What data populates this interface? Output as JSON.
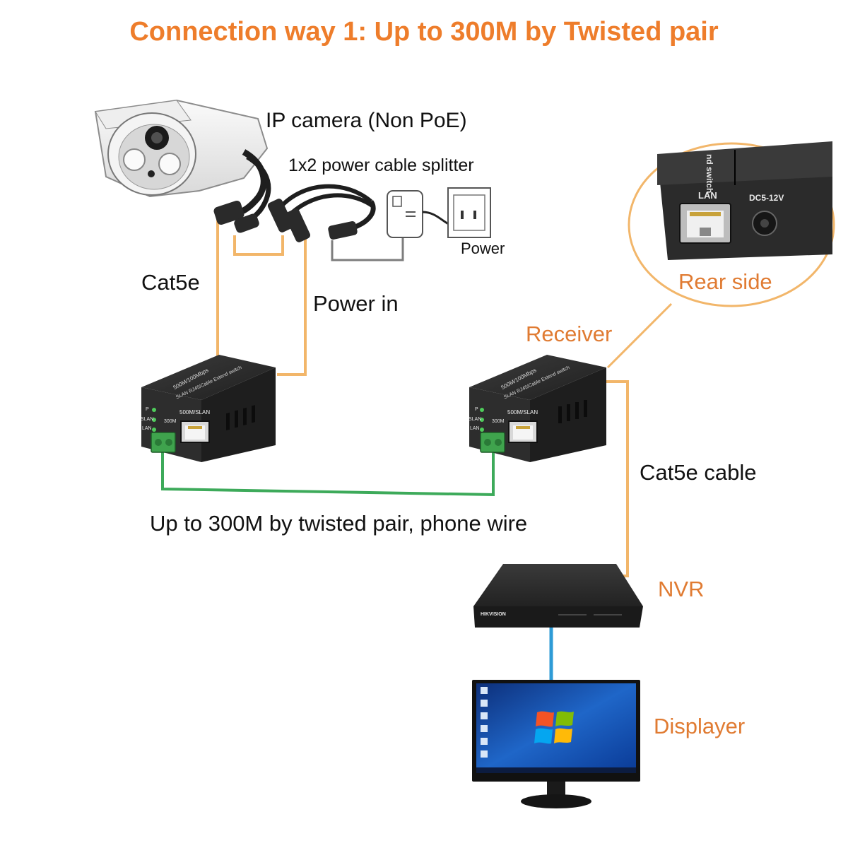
{
  "title": "Connection way 1: Up to 300M by Twisted pair",
  "labels": {
    "ip_camera": "IP camera (Non PoE)",
    "splitter": "1x2 power cable splitter",
    "power": "Power",
    "cat5e": "Cat5e",
    "power_in": "Power in",
    "receiver": "Receiver",
    "rear_side": "Rear side",
    "cat5e_cable": "Cat5e cable",
    "twisted_pair": "Up to 300M by twisted pair, phone wire",
    "nvr": "NVR",
    "displayer": "Displayer"
  },
  "device": {
    "top_text_1": "500M/100Mbps",
    "top_text_2": "SLAN RJ45/Cable Extend switch",
    "port_label": "500M/SLAN",
    "led_p": "P",
    "led_slan": "SLAN",
    "led_lan": "LAN",
    "distance": "300M"
  },
  "rear": {
    "lan": "LAN",
    "dc": "DC5-12V",
    "top_text": "nd switch"
  },
  "nvr_brand": "HIKVISION",
  "colors": {
    "title": "#EE7D2B",
    "orange_label": "#E07B32",
    "cable_orange": "#F2B66A",
    "cable_green": "#3DAA5A",
    "cable_blue": "#2E9BD6",
    "device_body": "#2B2B2B",
    "terminal_green": "#3FA34D"
  }
}
